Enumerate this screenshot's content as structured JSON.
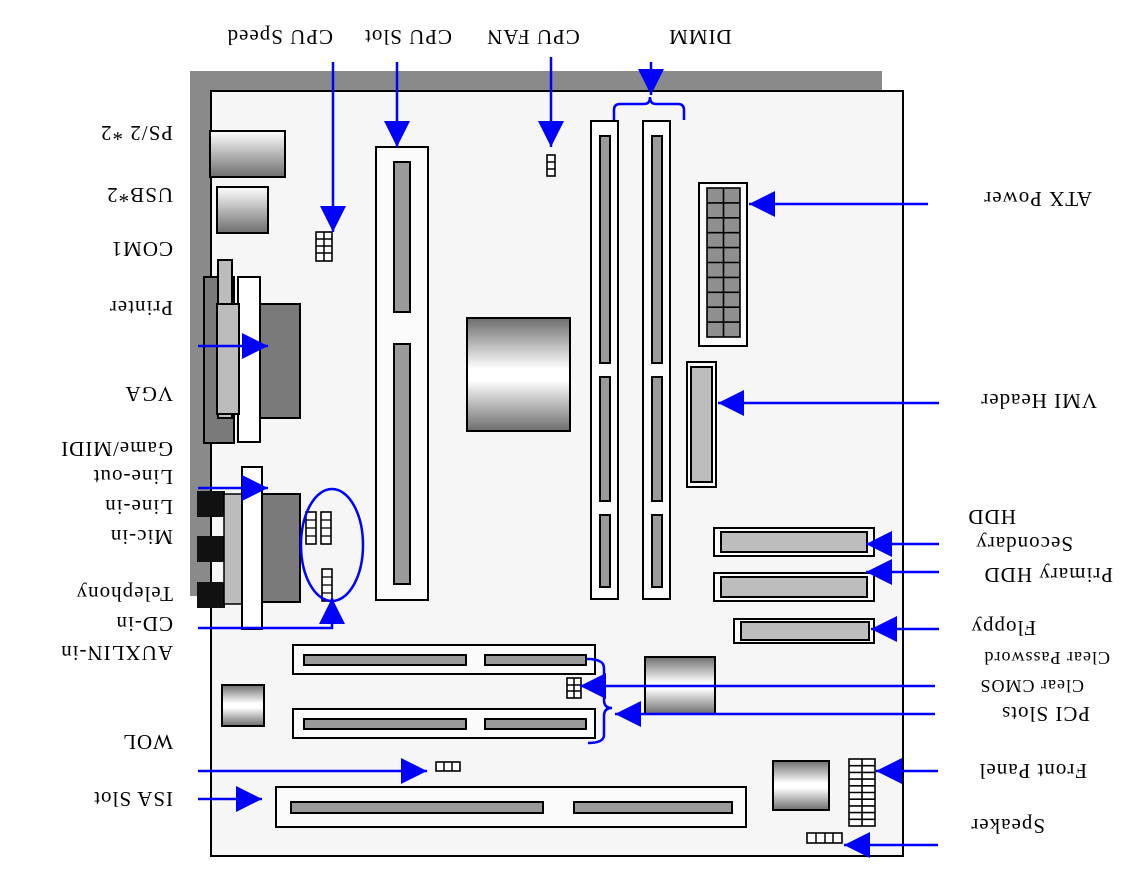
{
  "diagram": {
    "title": "Motherboard Layout",
    "orientation": "rotated-180",
    "accent_color": "#0000ff",
    "labels_top": [
      {
        "id": "cpu-speed",
        "text": "CPU Speed"
      },
      {
        "id": "cpu-slot",
        "text": "CPU Slot"
      },
      {
        "id": "cpu-fan",
        "text": "CPU FAN"
      },
      {
        "id": "dimm",
        "text": "DIMM"
      }
    ],
    "labels_left": [
      {
        "id": "ps2",
        "text": "PS/2 *2"
      },
      {
        "id": "usb",
        "text": "USB*2"
      },
      {
        "id": "com1",
        "text": "COM1"
      },
      {
        "id": "printer",
        "text": "Printer"
      },
      {
        "id": "vga",
        "text": "VGA"
      },
      {
        "id": "game-midi",
        "text": "Game/MIDI"
      },
      {
        "id": "line-out",
        "text": "Line-out"
      },
      {
        "id": "line-in",
        "text": "Line-in"
      },
      {
        "id": "mic-in",
        "text": "Mic-in"
      },
      {
        "id": "telephony",
        "text": "Telephony"
      },
      {
        "id": "cd-in",
        "text": "CD-in"
      },
      {
        "id": "auxlin-in",
        "text": "AUXLIN-in"
      },
      {
        "id": "wol",
        "text": "WOL"
      },
      {
        "id": "isa-slot",
        "text": "ISA Slot"
      }
    ],
    "labels_right": [
      {
        "id": "atx-power",
        "text": "ATX Power"
      },
      {
        "id": "vmi-header",
        "text": "VMI Header"
      },
      {
        "id": "secondary-hdd-1",
        "text": "Secondary"
      },
      {
        "id": "secondary-hdd-2",
        "text": "HDD"
      },
      {
        "id": "primary-hdd",
        "text": "Primary HDD"
      },
      {
        "id": "floppy",
        "text": "Floppy"
      },
      {
        "id": "clear-password",
        "text": "Clear Password"
      },
      {
        "id": "clear-cmos",
        "text": "Clear CMOS"
      },
      {
        "id": "pci-slots",
        "text": "PCI Slots"
      },
      {
        "id": "front-panel",
        "text": "Front Panel"
      },
      {
        "id": "speaker",
        "text": "Speaker"
      }
    ]
  }
}
